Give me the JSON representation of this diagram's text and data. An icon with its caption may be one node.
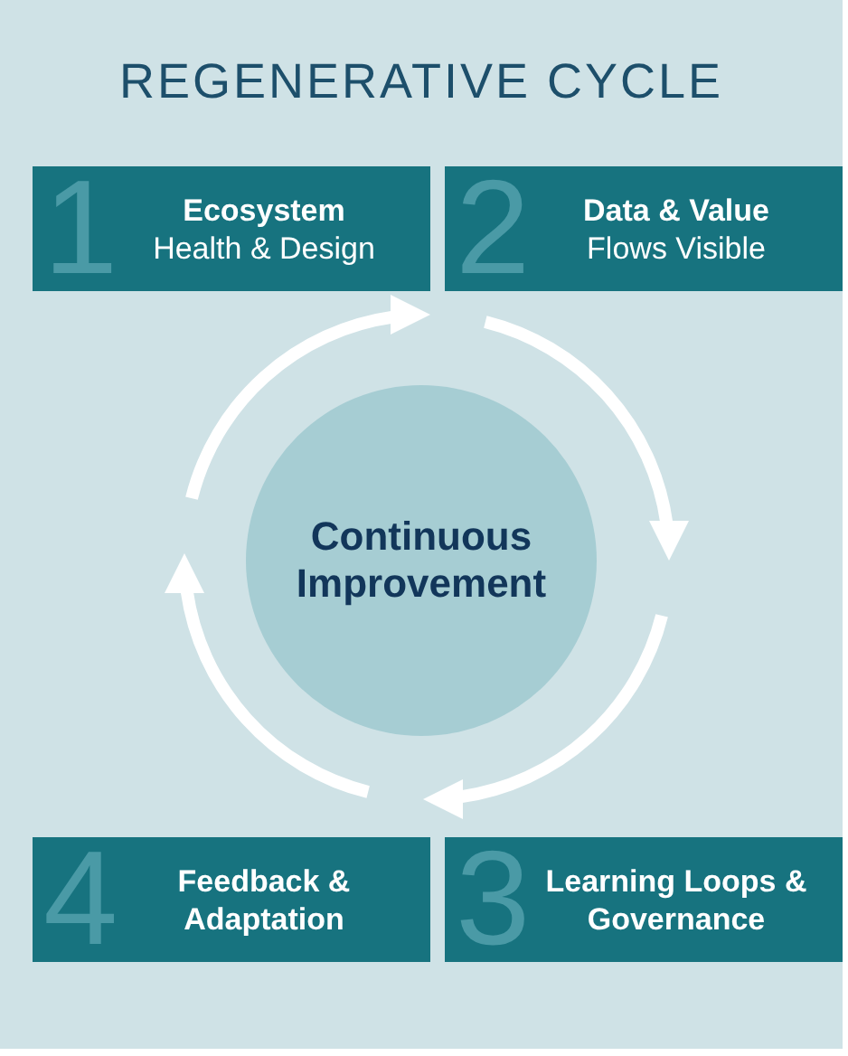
{
  "diagram": {
    "title": "REGENERATIVE CYCLE",
    "nodes": [
      {
        "text": [
          "1",
          "Ecosystem",
          "Health & Design"
        ]
      },
      {
        "text": [
          "2",
          "Data & Value",
          "Flows Visible"
        ]
      },
      {
        "text": [
          "Continuous Improvement"
        ]
      },
      {
        "text": [
          "4",
          "Feedback & Adaptation"
        ]
      },
      {
        "text": [
          "3",
          "Learning Loops & Governance"
        ]
      }
    ],
    "edges": []
  }
}
